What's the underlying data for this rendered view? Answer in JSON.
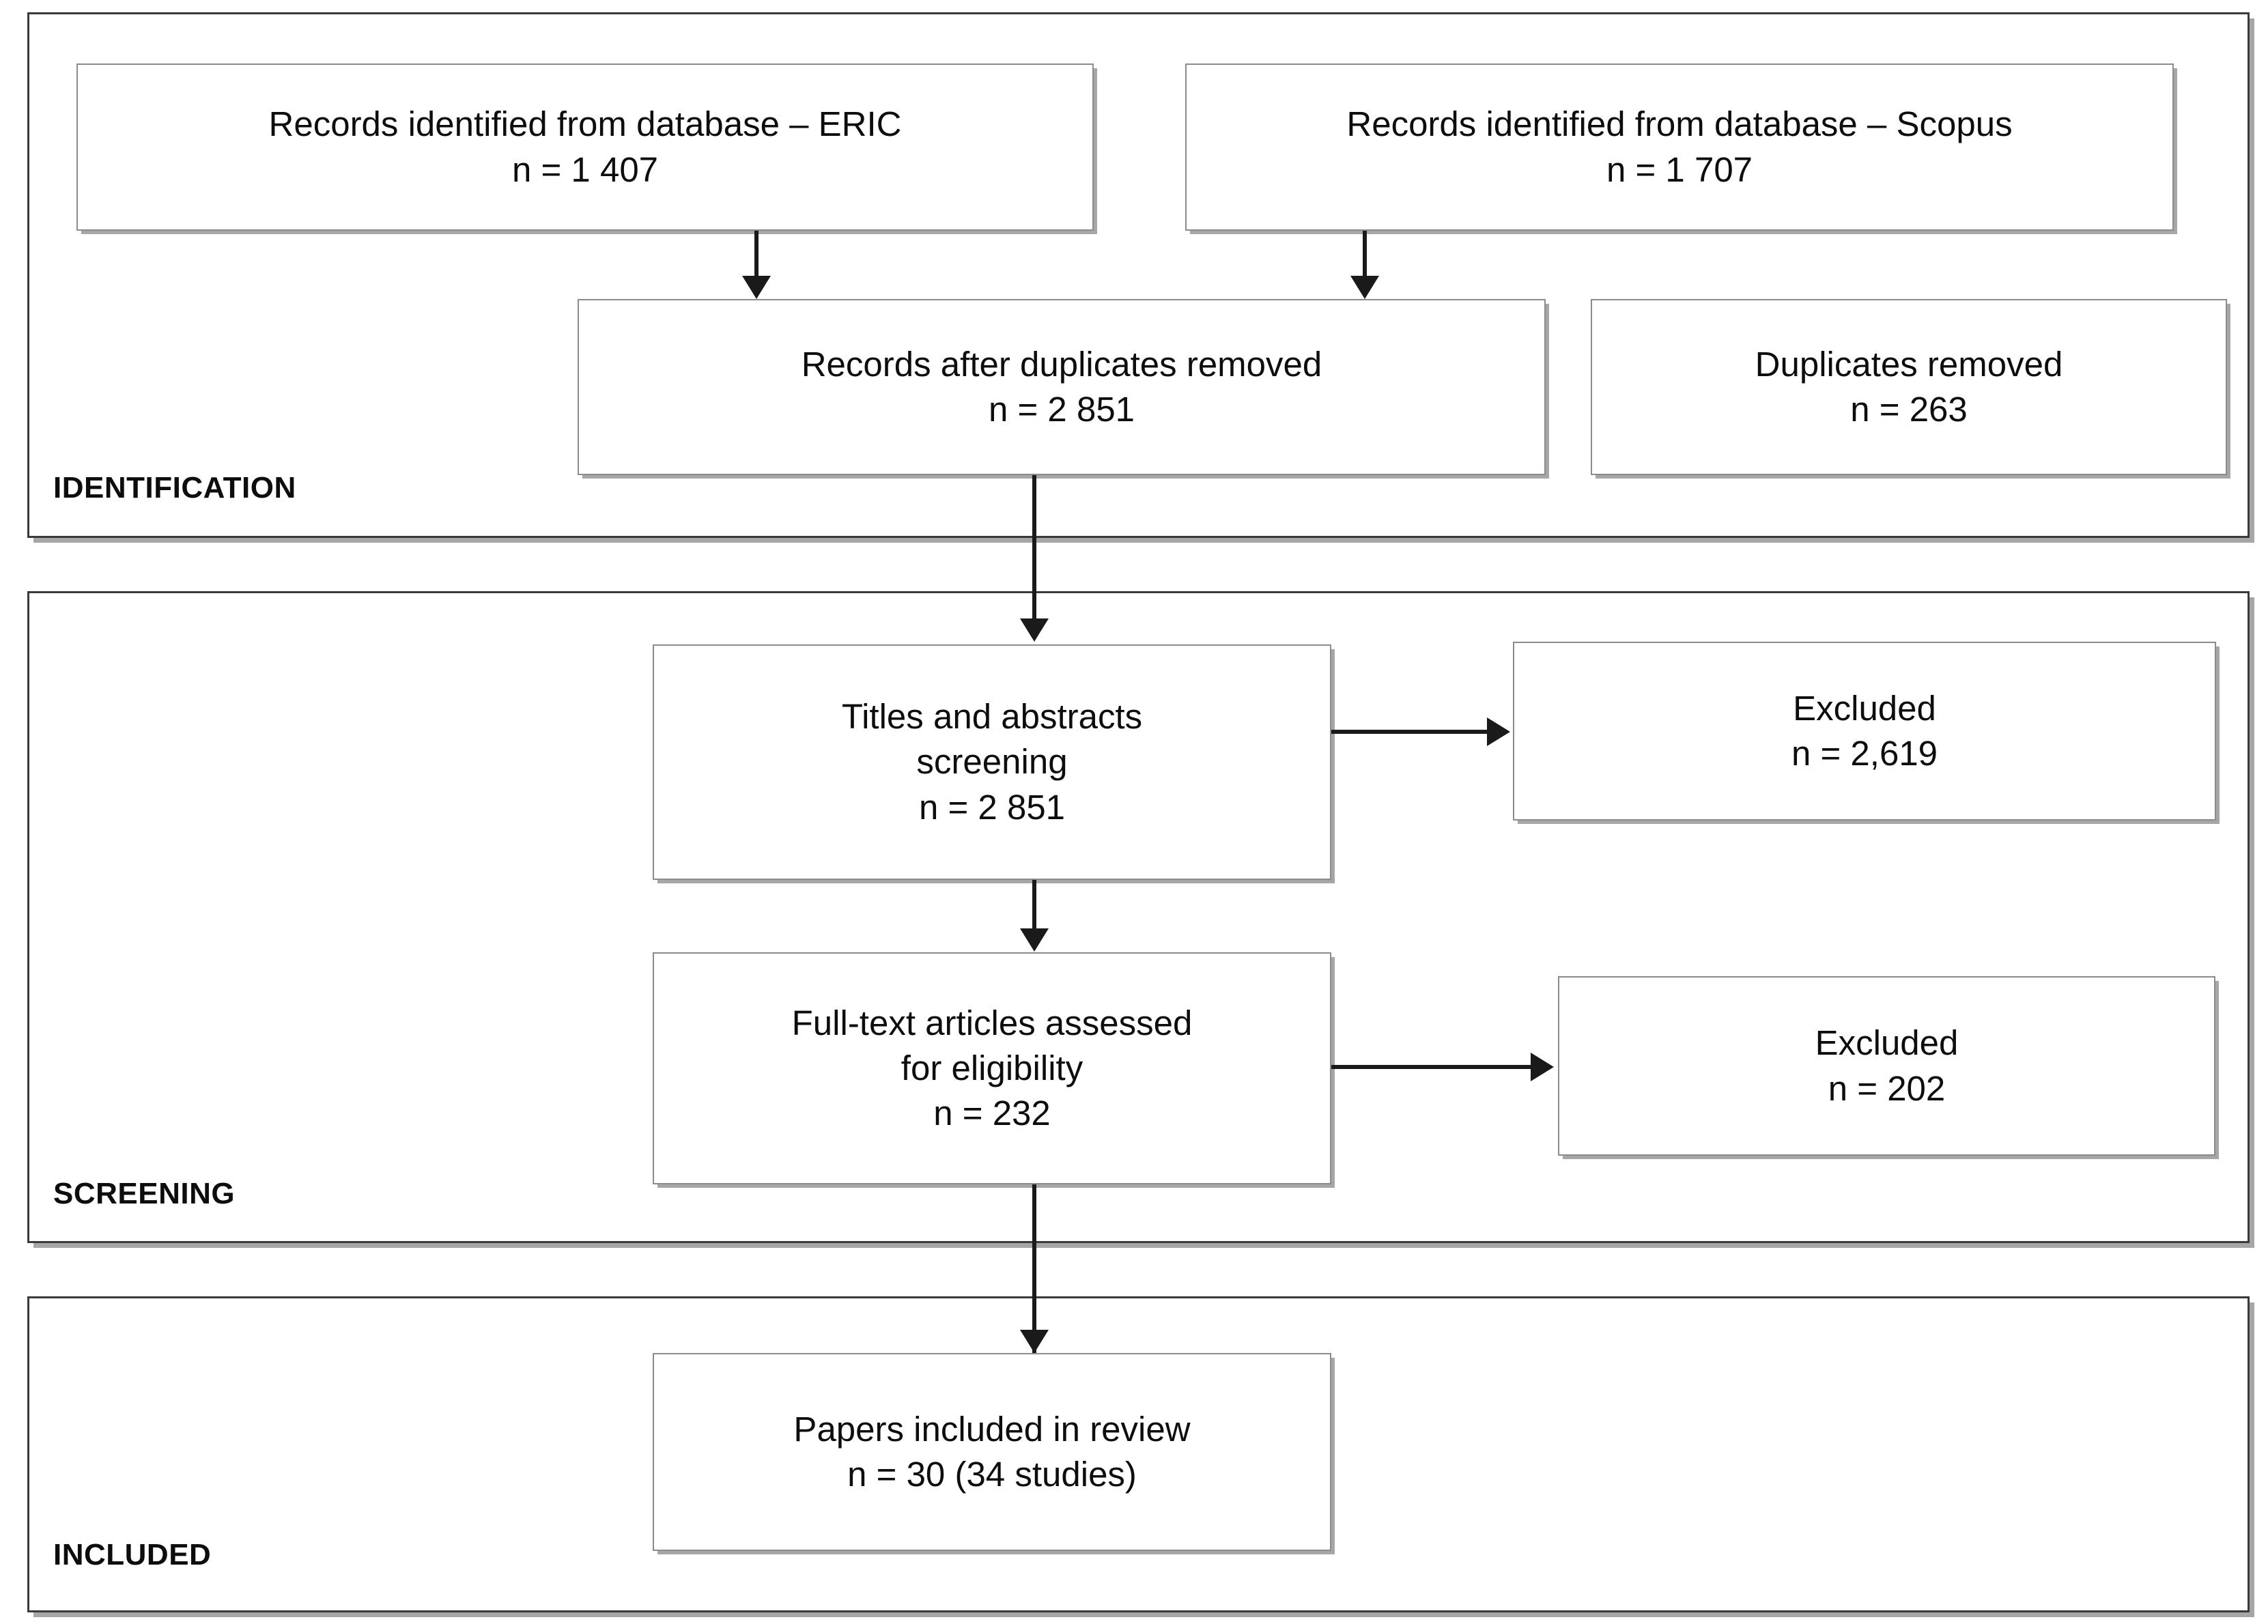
{
  "diagram": {
    "type": "prisma-flow-diagram",
    "phases": [
      {
        "id": "identification",
        "label": "IDENTIFICATION"
      },
      {
        "id": "screening",
        "label": "SCREENING"
      },
      {
        "id": "included",
        "label": "INCLUDED"
      }
    ],
    "nodes": {
      "eric": {
        "line1": "Records identified from database – ERIC",
        "line2": "n = 1 407"
      },
      "scopus": {
        "line1": "Records identified from database – Scopus",
        "line2": "n = 1 707"
      },
      "after_duplicates": {
        "line1": "Records after duplicates removed",
        "line2": "n = 2 851"
      },
      "duplicates_removed": {
        "line1": "Duplicates removed",
        "line2": "n = 263"
      },
      "titles_abstracts": {
        "line1": "Titles and abstracts",
        "line2": "screening",
        "line3": "n = 2 851"
      },
      "excluded_screening": {
        "line1": "Excluded",
        "line2": "n = 2,619"
      },
      "fulltext": {
        "line1": "Full-text articles assessed",
        "line2": "for eligibility",
        "line3": "n = 232"
      },
      "excluded_eligibility": {
        "line1": "Excluded",
        "line2": "n = 202"
      },
      "included_papers": {
        "line1": "Papers included in review",
        "line2": "n = 30 (34 studies)"
      }
    },
    "colors": {
      "node_border": "#8c8c8c",
      "phase_border": "#3a3a3a",
      "connector": "#1a1a1a",
      "shadow": "#a6a6a6",
      "text": "#0d0d0d",
      "background": "#ffffff"
    }
  },
  "chart_data": {
    "type": "table",
    "title": "PRISMA study selection flow",
    "categories": [
      "Records identified – ERIC",
      "Records identified – Scopus",
      "Duplicates removed",
      "Records after duplicates removed",
      "Titles and abstracts screening",
      "Excluded at screening",
      "Full-text articles assessed for eligibility",
      "Excluded at eligibility",
      "Papers included in review"
    ],
    "values": [
      1407,
      1707,
      263,
      2851,
      2851,
      2619,
      232,
      202,
      30
    ],
    "annotations": [
      "n = 30 (34 studies)"
    ],
    "xlabel": "",
    "ylabel": "n"
  }
}
